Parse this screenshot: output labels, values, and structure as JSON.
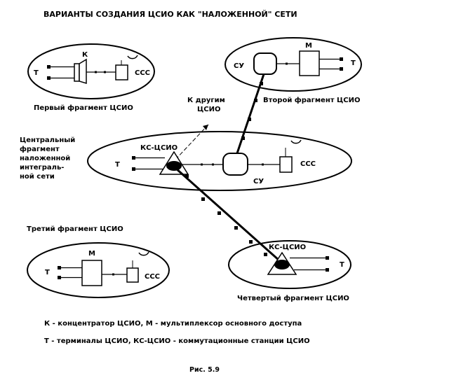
{
  "title": "ВАРИАНТЫ СОЗДАНИЯ ЦСИО КАК \"НАЛОЖЕННОЙ\" СЕТИ",
  "fragments": {
    "first": {
      "caption": "Первый фрагмент ЦСИО",
      "terminal": "Т",
      "concentrator": "К",
      "station": "ССС"
    },
    "second": {
      "caption": "Второй фрагмент ЦСИО",
      "control": "СУ",
      "multiplexer": "М",
      "terminal": "Т"
    },
    "central": {
      "caption_lines": [
        "Центральный",
        "фрагмент",
        "наложенной",
        "интеграль-",
        "ной сети"
      ],
      "switch": "КС-ЦСИО",
      "terminal": "Т",
      "control": "СУ",
      "station": "ССС",
      "to_others_lines": [
        "К другим",
        "ЦСИО"
      ]
    },
    "third": {
      "caption": "Третий фрагмент ЦСИО",
      "terminal": "Т",
      "multiplexer": "М",
      "station": "ССС"
    },
    "fourth": {
      "caption": "Четвертый фрагмент ЦСИО",
      "switch": "КС-ЦСИО",
      "terminal": "Т"
    }
  },
  "legend": {
    "line1": "К - концентратор ЦСИО,  М - мультиплексор основного доступа",
    "line2": "Т - терминалы ЦСИО,  КС-ЦСИО - коммутационные станции ЦСИО"
  },
  "figure_caption": "Рис. 5.9"
}
